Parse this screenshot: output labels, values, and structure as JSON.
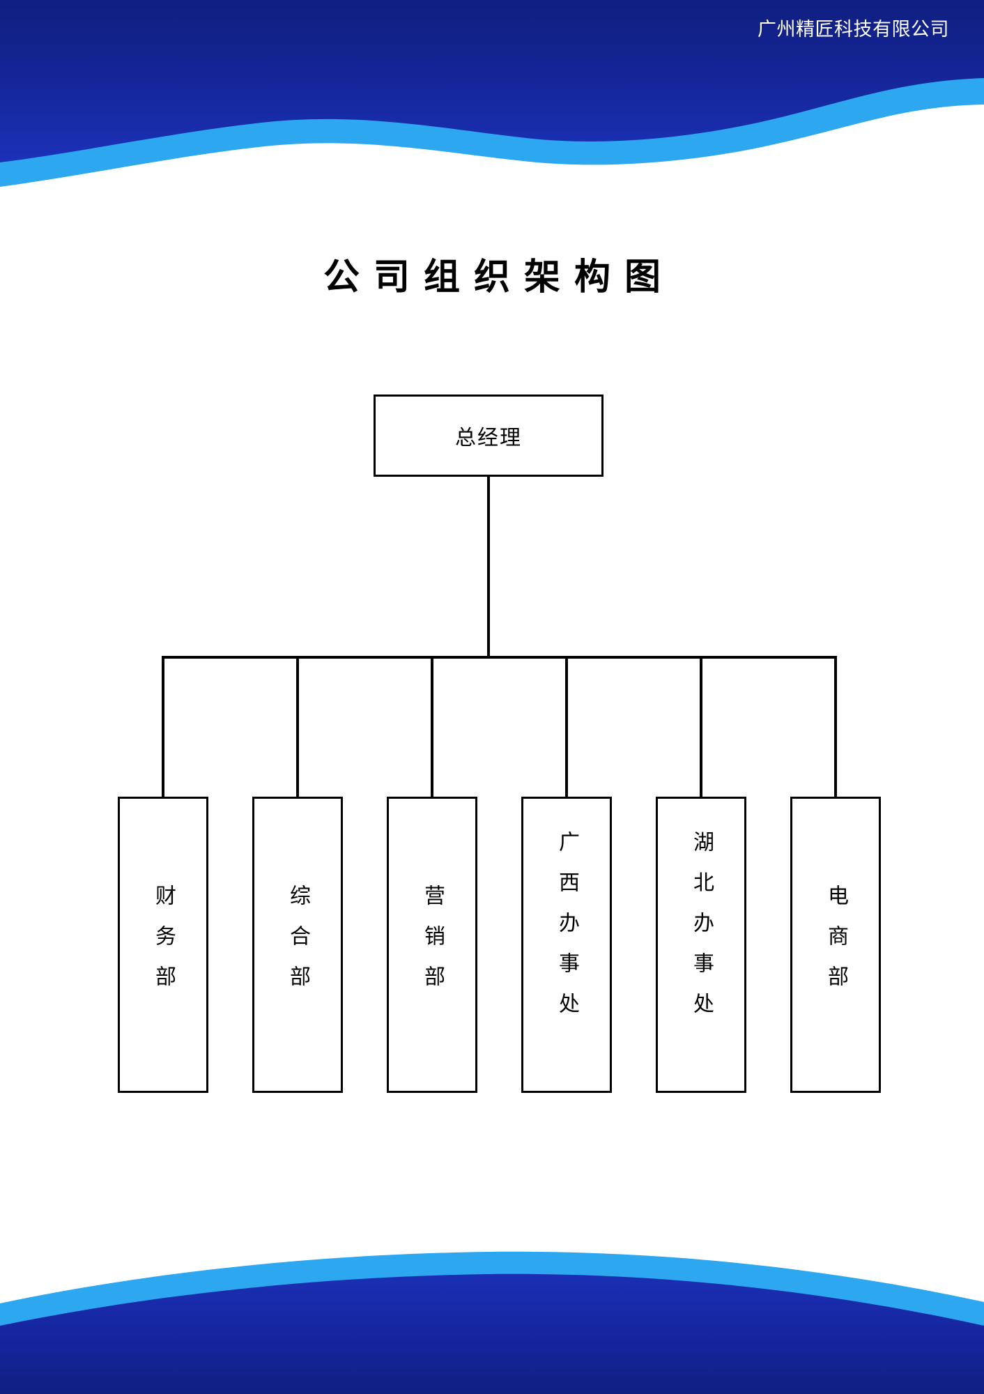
{
  "document": {
    "company_name": "广州精匠科技有限公司",
    "title": "公司组织架构图"
  },
  "theme": {
    "dark_blue": "#14249b",
    "light_blue": "#2da8f0",
    "header_gradient_top": "#0f1f7a",
    "header_gradient_bottom": "#182dae",
    "text_on_band": "#ffffff",
    "line_color": "#000000",
    "page_background": "#ffffff"
  },
  "org_chart": {
    "root": {
      "id": "general-manager",
      "label": "总经理",
      "orientation": "horizontal"
    },
    "departments": [
      {
        "id": "finance",
        "label": "财务部",
        "orientation": "vertical",
        "char_count": 3,
        "align": "center"
      },
      {
        "id": "general-affairs",
        "label": "综合部",
        "orientation": "vertical",
        "char_count": 3,
        "align": "center"
      },
      {
        "id": "marketing",
        "label": "营销部",
        "orientation": "vertical",
        "char_count": 3,
        "align": "center"
      },
      {
        "id": "guangxi-office",
        "label": "广西办事处",
        "orientation": "vertical",
        "char_count": 5,
        "align": "top"
      },
      {
        "id": "hubei-office",
        "label": "湖北办事处",
        "orientation": "vertical",
        "char_count": 5,
        "align": "top"
      },
      {
        "id": "ecommerce",
        "label": "电商部",
        "orientation": "vertical",
        "char_count": 3,
        "align": "center"
      }
    ]
  }
}
